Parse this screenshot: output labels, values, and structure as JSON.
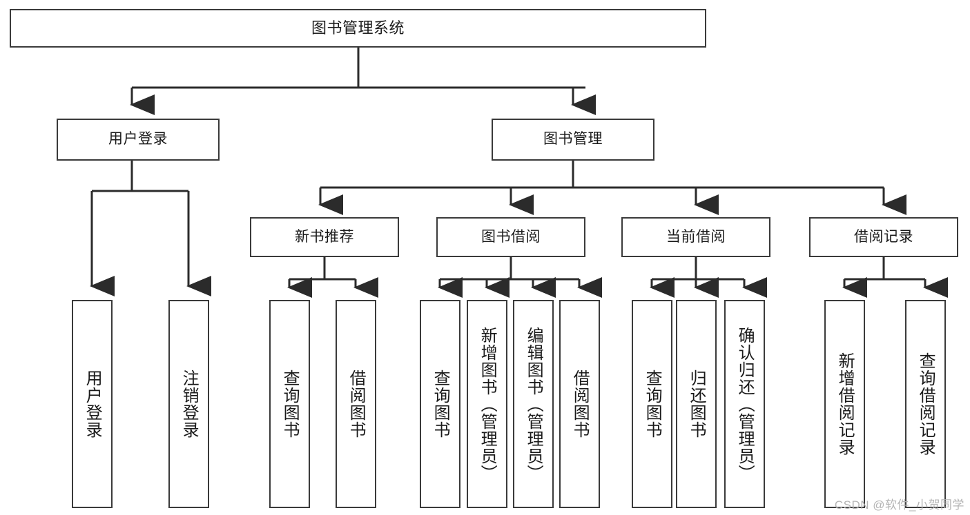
{
  "diagram": {
    "title": "图书管理系统",
    "type": "tree",
    "root": {
      "label": "图书管理系统"
    },
    "level2": [
      {
        "id": "user-login",
        "label": "用户登录"
      },
      {
        "id": "book-manage",
        "label": "图书管理"
      }
    ],
    "level3": [
      {
        "id": "new-book-recommend",
        "label": "新书推荐",
        "parent": "book-manage"
      },
      {
        "id": "book-borrow",
        "label": "图书借阅",
        "parent": "book-manage"
      },
      {
        "id": "current-borrow",
        "label": "当前借阅",
        "parent": "book-manage"
      },
      {
        "id": "borrow-record",
        "label": "借阅记录",
        "parent": "book-manage"
      }
    ],
    "leaves": [
      {
        "id": "leaf-user-login",
        "label": "用户登录",
        "parent": "user-login"
      },
      {
        "id": "leaf-logout",
        "label": "注销登录",
        "parent": "user-login"
      },
      {
        "id": "leaf-query-book-1",
        "label": "查询图书",
        "parent": "new-book-recommend"
      },
      {
        "id": "leaf-borrow-book-1",
        "label": "借阅图书",
        "parent": "new-book-recommend"
      },
      {
        "id": "leaf-query-book-2",
        "label": "查询图书",
        "parent": "book-borrow"
      },
      {
        "id": "leaf-add-book",
        "label": "新增图书（管理员）",
        "parent": "book-borrow"
      },
      {
        "id": "leaf-edit-book",
        "label": "编辑图书（管理员）",
        "parent": "book-borrow"
      },
      {
        "id": "leaf-borrow-book-2",
        "label": "借阅图书",
        "parent": "book-borrow"
      },
      {
        "id": "leaf-query-book-3",
        "label": "查询图书",
        "parent": "current-borrow"
      },
      {
        "id": "leaf-return-book",
        "label": "归还图书",
        "parent": "current-borrow"
      },
      {
        "id": "leaf-confirm-return",
        "label": "确认归还（管理员）",
        "parent": "current-borrow"
      },
      {
        "id": "leaf-add-record",
        "label": "新增借阅记录",
        "parent": "borrow-record"
      },
      {
        "id": "leaf-query-record",
        "label": "查询借阅记录",
        "parent": "borrow-record"
      }
    ],
    "colors": {
      "stroke": "#3a3a3a",
      "fill": "#ffffff",
      "text": "#1a1a1a",
      "watermark": "#b4b4b4"
    }
  },
  "watermark": {
    "text": "CSDN @软件_小贺同学"
  }
}
